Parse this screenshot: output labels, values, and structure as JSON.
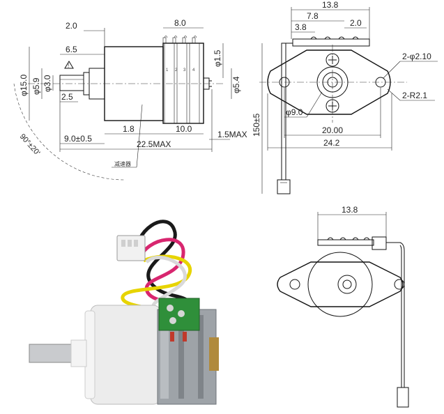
{
  "side_view": {
    "dims": {
      "d_2_0_top": "2.0",
      "d_8_0": "8.0",
      "d_6_5": "6.5",
      "d_phi15": "φ15.0",
      "d_phi5_9": "φ5.9",
      "d_phi3_0": "φ3.0",
      "d_2_5": "2.5",
      "d_phi1_5": "φ1.5",
      "d_phi5_4": "φ5.4",
      "d_1_8": "1.8",
      "d_10_0": "10.0",
      "d_9_0": "9.0±0.5",
      "d_1_5max": "1.5MAX",
      "d_22_5max": "22.5MAX",
      "d_angle": "90°±20'",
      "d_150": "150±5"
    },
    "terminal_numbers": [
      "1",
      "2",
      "3",
      "4"
    ],
    "gearbox_note": "减速器",
    "warning_glyph": "!"
  },
  "front_view": {
    "dims": {
      "d_13_8": "13.8",
      "d_7_8": "7.8",
      "d_3_8": "3.8",
      "d_2_0": "2.0",
      "d_2_phi2_10": "2-φ2.10",
      "d_2_r2_1": "2-R2.1",
      "d_phi9_0": "φ9.0",
      "d_20_00": "20.00",
      "d_24_2": "24.2"
    }
  },
  "back_view": {
    "dims": {
      "d_13_8": "13.8"
    }
  },
  "colors": {
    "wire_black": "#1a1a1a",
    "wire_red": "#d8266f",
    "wire_yellow": "#e7d400",
    "wire_white": "#f4f4f4",
    "pcb_green": "#2f8f3a",
    "metal": "#9ea3a8",
    "plastic_white": "#ececec"
  }
}
